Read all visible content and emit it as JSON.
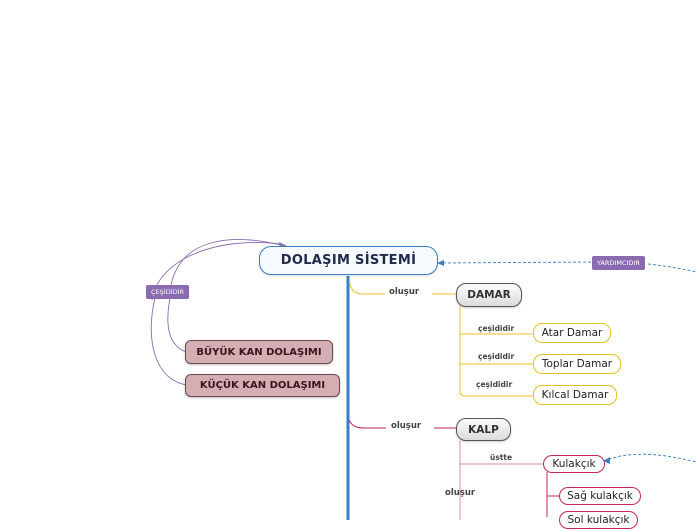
{
  "root": {
    "label": "DOLAŞIM SİSTEMİ"
  },
  "left": {
    "tag": "ÇEŞİDİDİR",
    "items": [
      "BÜYÜK KAN DOLAŞIMI",
      "KÜÇÜK KAN DOLAŞIMI"
    ]
  },
  "right": {
    "tag": "YARDIMCIDIR"
  },
  "damar": {
    "link": "oluşur",
    "label": "DAMAR",
    "children": [
      {
        "link": "çeşididir",
        "label": "Atar Damar"
      },
      {
        "link": "çeşididir",
        "label": "Toplar Damar"
      },
      {
        "link": "çeşididir",
        "label": "Kılcal Damar"
      }
    ]
  },
  "kalp": {
    "link": "oluşur",
    "label": "KALP",
    "sublink_top": "üstte",
    "sublink_mid": "oluşur",
    "kulakcik": {
      "label": "Kulakçık",
      "children": [
        "Sağ kulakçık",
        "Sol kulakçık"
      ]
    }
  },
  "colors": {
    "root_border": "#3a7fc1",
    "trunk": "#3a7fc1",
    "damar_branch": "#e8c21c",
    "kalp_branch": "#c8255a",
    "tag_bg": "#8a6bb0",
    "big_node_fill": "#d3aeb2"
  }
}
